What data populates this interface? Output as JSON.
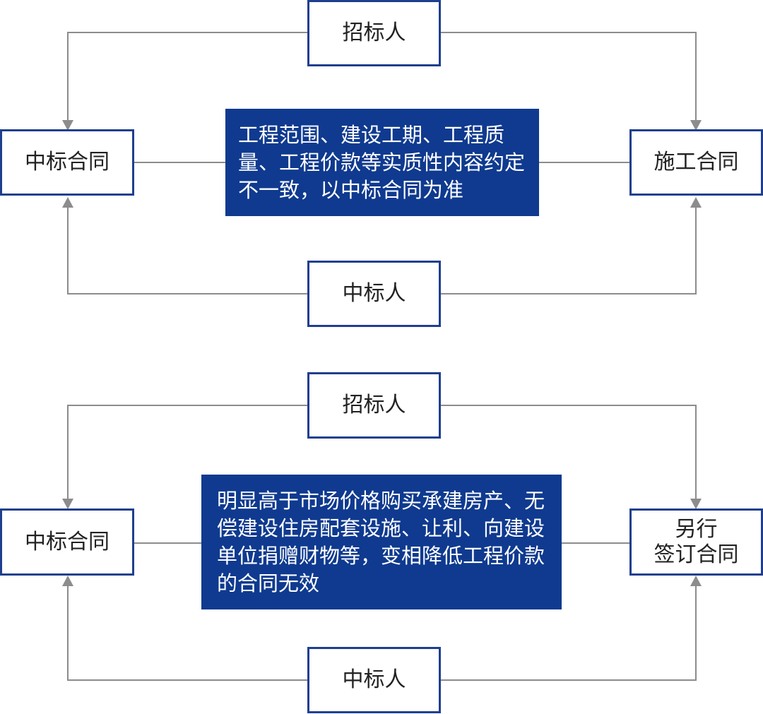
{
  "diagram_top": {
    "top_party": "招标人",
    "bottom_party": "中标人",
    "left_contract": "中标合同",
    "right_contract": "施工合同",
    "note": "工程范围、建设工期、工程质量、工程价款等实质性内容约定不一致，以中标合同为准"
  },
  "diagram_bottom": {
    "top_party": "招标人",
    "bottom_party": "中标人",
    "left_contract": "中标合同",
    "right_contract": "另行\n签订合同",
    "note": "明显高于市场价格购买承建房产、无偿建设住房配套设施、让利、向建设单位捐赠财物等，变相降低工程价款的合同无效"
  },
  "colors": {
    "box_border": "#1f3f8f",
    "note_fill": "#0f3a8f",
    "connector": "#8c8c8c"
  }
}
